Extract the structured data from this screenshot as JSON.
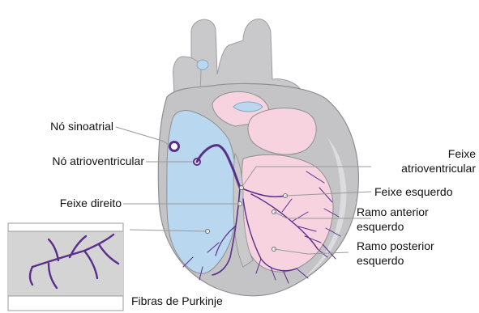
{
  "labels": {
    "sa_node": "Nó sinoatrial",
    "av_node": "Nó atrioventricular",
    "bundle_his_1": "Feixe",
    "bundle_his_2": "atrioventricular",
    "left_bundle": "Feixe esquerdo",
    "right_bundle": "Feixe direito",
    "left_anterior_1": "Ramo anterior",
    "left_anterior_2": "esquerdo",
    "left_posterior_1": "Ramo posterior",
    "left_posterior_2": "esquerdo",
    "purkinje": "Fibras de Purkinje"
  },
  "colors": {
    "vessel_gray": "#c9c9cb",
    "outline_gray": "#8f8f92",
    "right_chamber_blue": "#b9d7ee",
    "left_chamber_pink": "#f6d3df",
    "conduction_purple": "#5a2f8c",
    "leader_gray": "#9a9a9a",
    "inset_bg": "#d4d4d4"
  }
}
